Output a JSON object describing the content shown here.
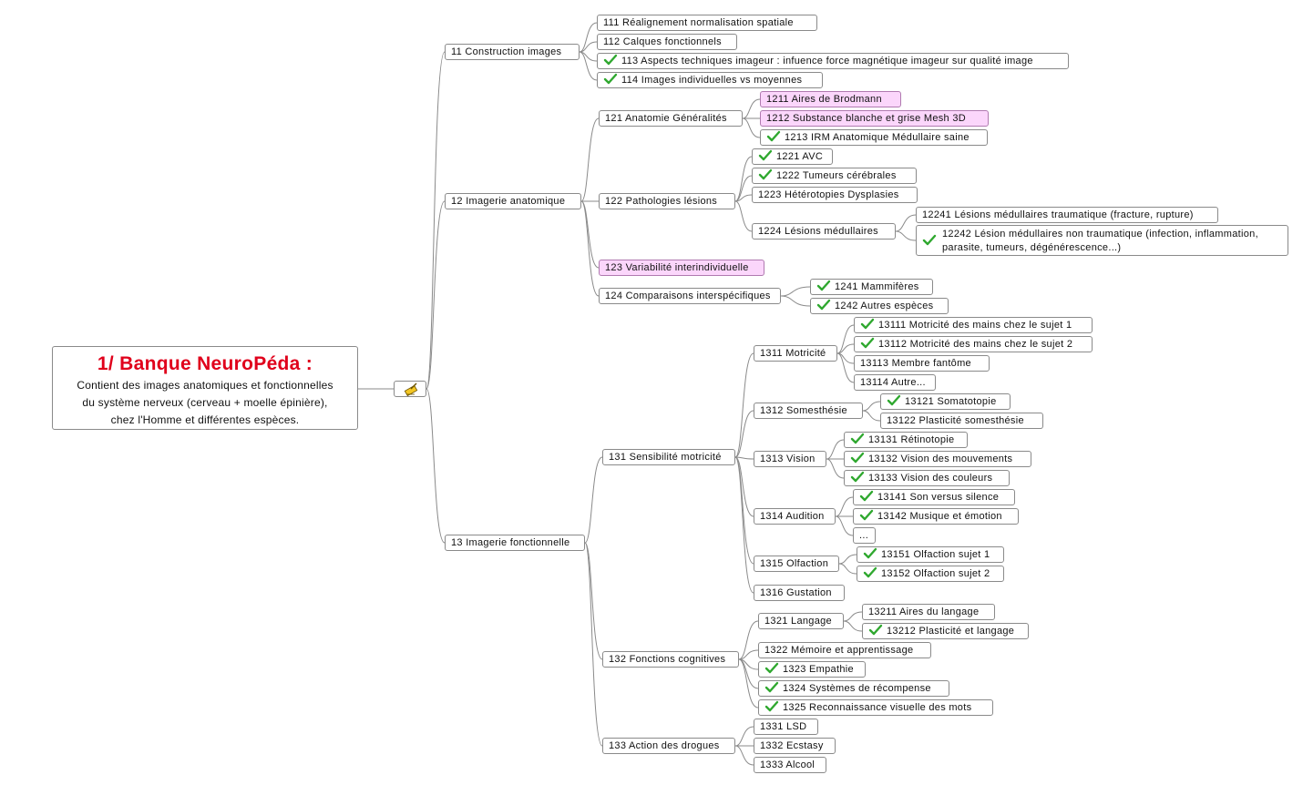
{
  "root": {
    "title": "1/ Banque NeuroPéda :",
    "desc_lines": [
      "Contient des images anatomiques et fonctionnelles",
      "du système nerveux (cerveau + moelle épinière),",
      "chez l'Homme et différentes espèces."
    ]
  },
  "hub_icon": "broom-icon",
  "nodes": [
    {
      "id": "n11",
      "label": "11 Construction images"
    },
    {
      "id": "n111",
      "label": "111 Réalignement normalisation spatiale"
    },
    {
      "id": "n112",
      "label": "112 Calques fonctionnels"
    },
    {
      "id": "n113",
      "label": "113 Aspects techniques imageur : infuence force magnétique imageur sur qualité image",
      "check": true
    },
    {
      "id": "n114",
      "label": "114 Images individuelles vs moyennes",
      "check": true
    },
    {
      "id": "n12",
      "label": "12 Imagerie anatomique"
    },
    {
      "id": "n121",
      "label": "121 Anatomie Généralités"
    },
    {
      "id": "n1211",
      "label": "1211 Aires  de Brodmann",
      "pink": true
    },
    {
      "id": "n1212",
      "label": "1212  Substance blanche et grise Mesh 3D",
      "pink": true
    },
    {
      "id": "n1213",
      "label": "1213 IRM  Anatomique Médullaire saine",
      "check": true
    },
    {
      "id": "n122",
      "label": "122 Pathologies lésions"
    },
    {
      "id": "n1221",
      "label": "1221 AVC",
      "check": true
    },
    {
      "id": "n1222",
      "label": "1222 Tumeurs  cérébrales",
      "check": true
    },
    {
      "id": "n1223",
      "label": "1223 Hétérotopies Dysplasies"
    },
    {
      "id": "n1224",
      "label": "1224 Lésions médullaires"
    },
    {
      "id": "n12241",
      "label": "12241 Lésions médullaires traumatique (fracture, rupture)"
    },
    {
      "id": "n12242",
      "label": "12242 Lésion médullaires non traumatique (infection, inflammation, parasite, tumeurs, dégénérescence...)",
      "check": true
    },
    {
      "id": "n123",
      "label": "123 Variabilité interindividuelle",
      "pink": true
    },
    {
      "id": "n124",
      "label": "124 Comparaisons interspécifiques"
    },
    {
      "id": "n1241",
      "label": "1241 Mammifères",
      "check": true
    },
    {
      "id": "n1242",
      "label": "1242 Autres espèces",
      "check": true
    },
    {
      "id": "n13",
      "label": "13 Imagerie fonctionnelle"
    },
    {
      "id": "n131",
      "label": "131 Sensibilité motricité"
    },
    {
      "id": "n1311",
      "label": "1311 Motricité"
    },
    {
      "id": "n13111",
      "label": "13111 Motricité des mains chez le sujet 1",
      "check": true
    },
    {
      "id": "n13112",
      "label": "13112 Motricité des mains chez le sujet 2",
      "check": true
    },
    {
      "id": "n13113",
      "label": "13113 Membre fantôme"
    },
    {
      "id": "n13114",
      "label": "13114 Autre..."
    },
    {
      "id": "n1312",
      "label": "1312 Somesthésie"
    },
    {
      "id": "n13121",
      "label": "13121 Somatotopie",
      "check": true
    },
    {
      "id": "n13122",
      "label": "13122 Plasticité somesthésie"
    },
    {
      "id": "n1313",
      "label": "1313 Vision"
    },
    {
      "id": "n13131",
      "label": "13131 Rétinotopie",
      "check": true
    },
    {
      "id": "n13132",
      "label": "13132 Vision des mouvements",
      "check": true
    },
    {
      "id": "n13133",
      "label": "13133 Vision des couleurs",
      "check": true
    },
    {
      "id": "n1314",
      "label": "1314 Audition"
    },
    {
      "id": "n13141",
      "label": "13141 Son versus silence",
      "check": true
    },
    {
      "id": "n13142",
      "label": "13142 Musique et émotion",
      "check": true
    },
    {
      "id": "n1314x",
      "label": "..."
    },
    {
      "id": "n1315",
      "label": "1315 Olfaction"
    },
    {
      "id": "n13151",
      "label": "13151 Olfaction sujet 1",
      "check": true
    },
    {
      "id": "n13152",
      "label": "13152 Olfaction sujet 2",
      "check": true
    },
    {
      "id": "n1316",
      "label": "1316 Gustation"
    },
    {
      "id": "n132",
      "label": "132 Fonctions cognitives"
    },
    {
      "id": "n1321",
      "label": "1321 Langage"
    },
    {
      "id": "n13211",
      "label": "13211 Aires du langage"
    },
    {
      "id": "n13212",
      "label": "13212 Plasticité et langage",
      "check": true
    },
    {
      "id": "n1322",
      "label": "1322 Mémoire et apprentissage"
    },
    {
      "id": "n1323",
      "label": "1323 Empathie",
      "check": true
    },
    {
      "id": "n1324",
      "label": "1324 Systèmes de récompense",
      "check": true
    },
    {
      "id": "n1325",
      "label": "1325 Reconnaissance visuelle des mots",
      "check": true
    },
    {
      "id": "n133",
      "label": "133 Action des drogues"
    },
    {
      "id": "n1331",
      "label": "1331 LSD"
    },
    {
      "id": "n1332",
      "label": "1332 Ecstasy"
    },
    {
      "id": "n1333",
      "label": "1333 Alcool"
    }
  ]
}
